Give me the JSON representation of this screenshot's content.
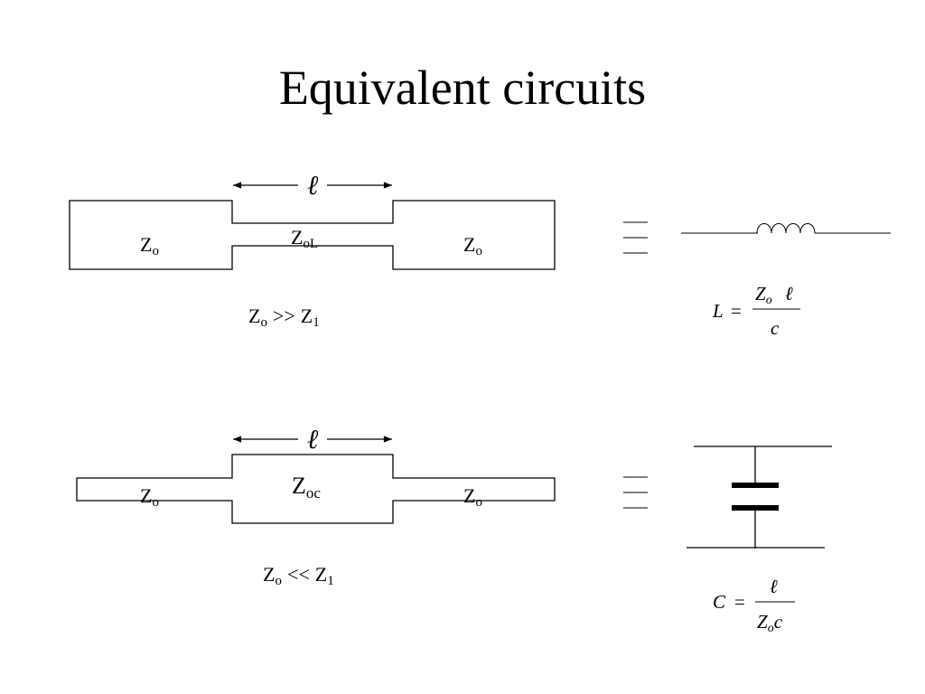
{
  "title": "Equivalent circuits",
  "symbols": {
    "ell": "ℓ",
    "Z": "Z",
    "o": "o",
    "L_sub": "L",
    "c_sub": "c",
    "one": "1",
    "gg": ">>",
    "ll": "<<",
    "equals": "=",
    "L": "L",
    "C": "C",
    "c": "c"
  }
}
